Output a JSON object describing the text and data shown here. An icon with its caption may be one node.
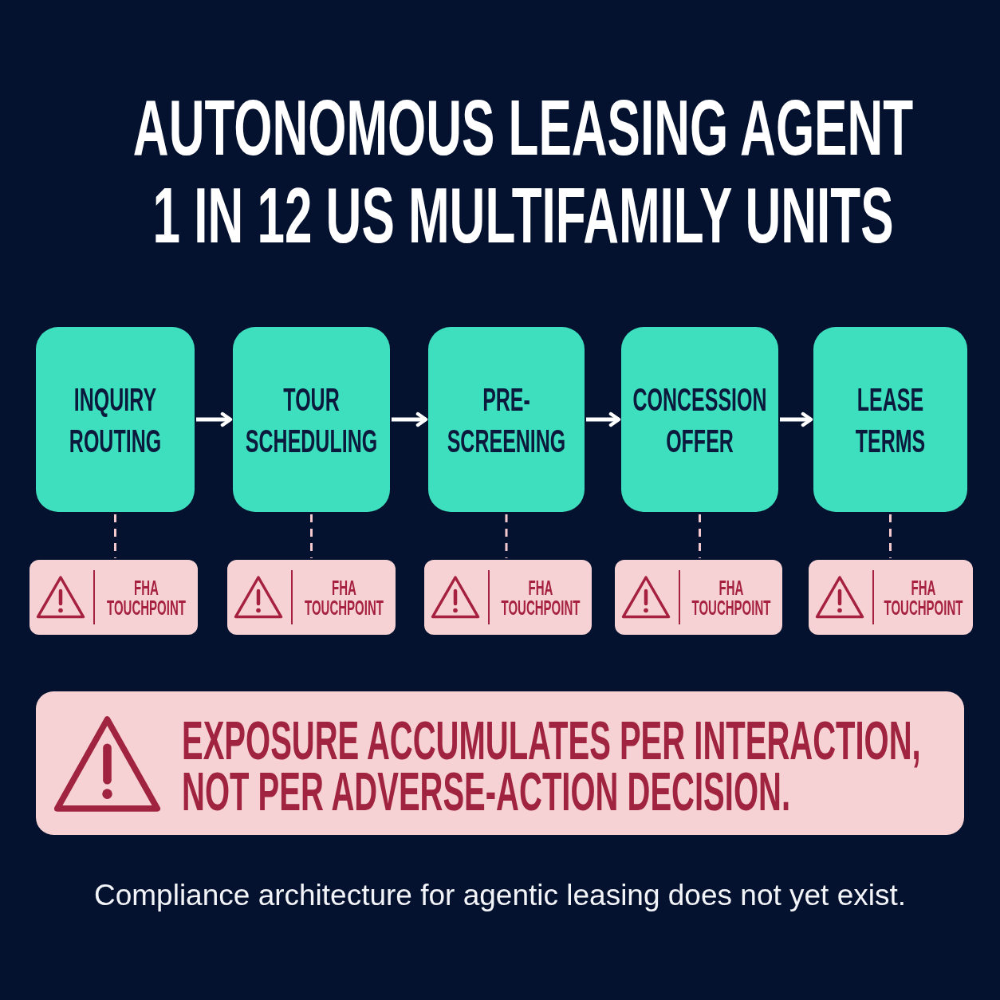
{
  "diagram": {
    "title": "AUTONOMOUS LEASING AGENT 1 IN 12 US MULTIFAMILY UNITS",
    "caption": "Compliance architecture for agentic leasing does not yet exist.",
    "nodes": [
      {
        "text": [
          "INQUIRY ROUTING"
        ]
      },
      {
        "text": [
          "TOUR SCHEDULING"
        ]
      },
      {
        "text": [
          "PRE-SCREENING"
        ]
      },
      {
        "text": [
          "CONCESSION OFFER"
        ]
      },
      {
        "text": [
          "LEASE TERMS"
        ]
      },
      {
        "text": [
          "FHA TOUCHPOINT"
        ]
      },
      {
        "text": [
          "FHA TOUCHPOINT"
        ]
      },
      {
        "text": [
          "FHA TOUCHPOINT"
        ]
      },
      {
        "text": [
          "FHA TOUCHPOINT"
        ]
      },
      {
        "text": [
          "FHA TOUCHPOINT"
        ]
      },
      {
        "text": [
          "EXPOSURE ACCUMULATES PER INTERACTION, NOT PER ADVERSE-ACTION DECISION."
        ]
      }
    ],
    "edges": [
      {
        "from": 0,
        "to": 1,
        "arrow": "to",
        "color": "#ffffff"
      },
      {
        "from": 1,
        "to": 2,
        "arrow": "to",
        "color": "#ffffff"
      },
      {
        "from": 2,
        "to": 3,
        "arrow": "to",
        "color": "#ffffff"
      },
      {
        "from": 3,
        "to": 4,
        "arrow": "to",
        "color": "#ffffff"
      },
      {
        "from": 0,
        "to": 5,
        "arrow": "none",
        "style": "dashed"
      },
      {
        "from": 1,
        "to": 6,
        "arrow": "none",
        "style": "dashed"
      },
      {
        "from": 2,
        "to": 7,
        "arrow": "none",
        "style": "dashed"
      },
      {
        "from": 3,
        "to": 8,
        "arrow": "none",
        "style": "dashed"
      },
      {
        "from": 4,
        "to": 9,
        "arrow": "none",
        "style": "dashed"
      }
    ]
  }
}
